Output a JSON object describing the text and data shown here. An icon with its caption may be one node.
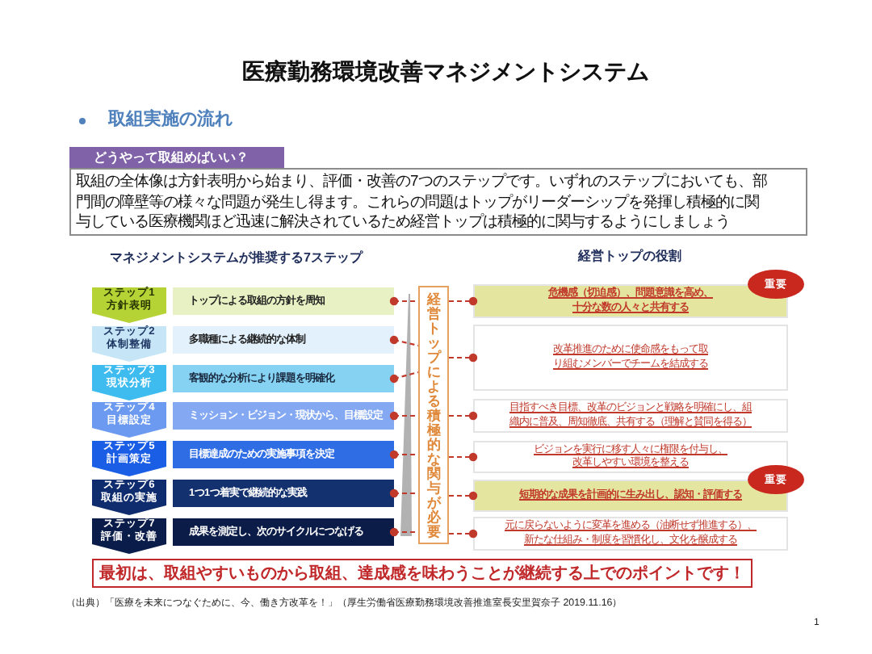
{
  "diagram": {
    "title": "医療勤務環境改善マネジメントシステム",
    "nodes": [
      {
        "text": [
          "どうやって取組めばいい？"
        ]
      },
      {
        "text": [
          "取組の全体像は方針表明から始まり、評価・改善の7つのステップです。いずれのステップにおいても、部門間の障壁等の様々な問題が発生し得ます。これらの問題はトップがリーダーシップを発揮し積極的に関与している医療機関ほど迅速に解決されているため経営トップは積極的に関与するようにしましょう"
        ]
      },
      {
        "text": [
          "ステップ1",
          "方針表明"
        ]
      },
      {
        "text": [
          "ステップ2",
          "体制整備"
        ]
      },
      {
        "text": [
          "ステップ3",
          "現状分析"
        ]
      },
      {
        "text": [
          "ステップ4",
          "目標設定"
        ]
      },
      {
        "text": [
          "ステップ5",
          "計画策定"
        ]
      },
      {
        "text": [
          "ステップ6",
          "取組の実施"
        ]
      },
      {
        "text": [
          "ステップ7",
          "評価・改善"
        ]
      },
      {
        "text": [
          "トップによる取組の方針を周知"
        ]
      },
      {
        "text": [
          "多職種による継続的な体制"
        ]
      },
      {
        "text": [
          "客観的な分析により課題を明確化"
        ]
      },
      {
        "text": [
          "ミッション・ビジョン・現状から、目標設定"
        ]
      },
      {
        "text": [
          "目標達成のための実施事項を決定"
        ]
      },
      {
        "text": [
          "1つ1つ着実で継続的な実践"
        ]
      },
      {
        "text": [
          "成果を測定し、次のサイクルにつなげる"
        ]
      },
      {
        "text": [
          "経営トップによる積極的な関与が必要"
        ]
      },
      {
        "text": [
          "危機感（切迫感）、問題意識を高め、十分な数の人々と共有する"
        ]
      },
      {
        "text": [
          "改革推進のために使命感をもって取り組むメンバーでチームを結成する"
        ]
      },
      {
        "text": [
          "目指すべき目標、改革のビジョンと戦略を明確にし、組織内に普及、周知徹底、共有する（理解と賛同を得る）"
        ]
      },
      {
        "text": [
          "ビジョンを実行に移す人々に権限を付与し、改革しやすい環境を整える"
        ]
      },
      {
        "text": [
          "短期的な成果を計画的に生み出し、認知・評価する"
        ]
      },
      {
        "text": [
          "元に戻らないように変革を進める（油断せず推進する）、新たな仕組み・制度を習慣化し、文化を醸成する"
        ]
      },
      {
        "text": [
          "重要"
        ]
      },
      {
        "text": [
          "重要"
        ]
      },
      {
        "text": [
          "最初は、取組やすいものから取組、達成感を味わうことが継続する上でのポイントです！"
        ]
      }
    ],
    "edges": [
      {
        "from": 9,
        "to": 16,
        "arrow": "other",
        "style": "dashed"
      },
      {
        "from": 16,
        "to": 17,
        "arrow": "other",
        "style": "dashed"
      },
      {
        "from": 10,
        "to": 16,
        "arrow": "other",
        "style": "dashed"
      },
      {
        "from": 11,
        "to": 16,
        "arrow": "other",
        "style": "dashed"
      },
      {
        "from": 16,
        "to": 18,
        "arrow": "other",
        "style": "dashed"
      },
      {
        "from": 12,
        "to": 16,
        "arrow": "other",
        "style": "dashed"
      },
      {
        "from": 16,
        "to": 19,
        "arrow": "other",
        "style": "dashed"
      },
      {
        "from": 13,
        "to": 16,
        "arrow": "other",
        "style": "dashed"
      },
      {
        "from": 16,
        "to": 20,
        "arrow": "other",
        "style": "dashed"
      },
      {
        "from": 14,
        "to": 16,
        "arrow": "other",
        "style": "dashed"
      },
      {
        "from": 16,
        "to": 21,
        "arrow": "other",
        "style": "dashed"
      },
      {
        "from": 15,
        "to": 16,
        "arrow": "other",
        "style": "dashed"
      },
      {
        "from": 16,
        "to": 22,
        "arrow": "other",
        "style": "dashed"
      }
    ],
    "labels": [
      "取組実施の流れ",
      "マネジメントシステムが推奨する7ステップ",
      "経営トップの役割",
      "（出典）「医療を未来につなぐために、今、働き方改革を！」（厚生労働省医療勤務環境改善推進室長安里賀奈子 2019.11.16）",
      "1"
    ]
  }
}
